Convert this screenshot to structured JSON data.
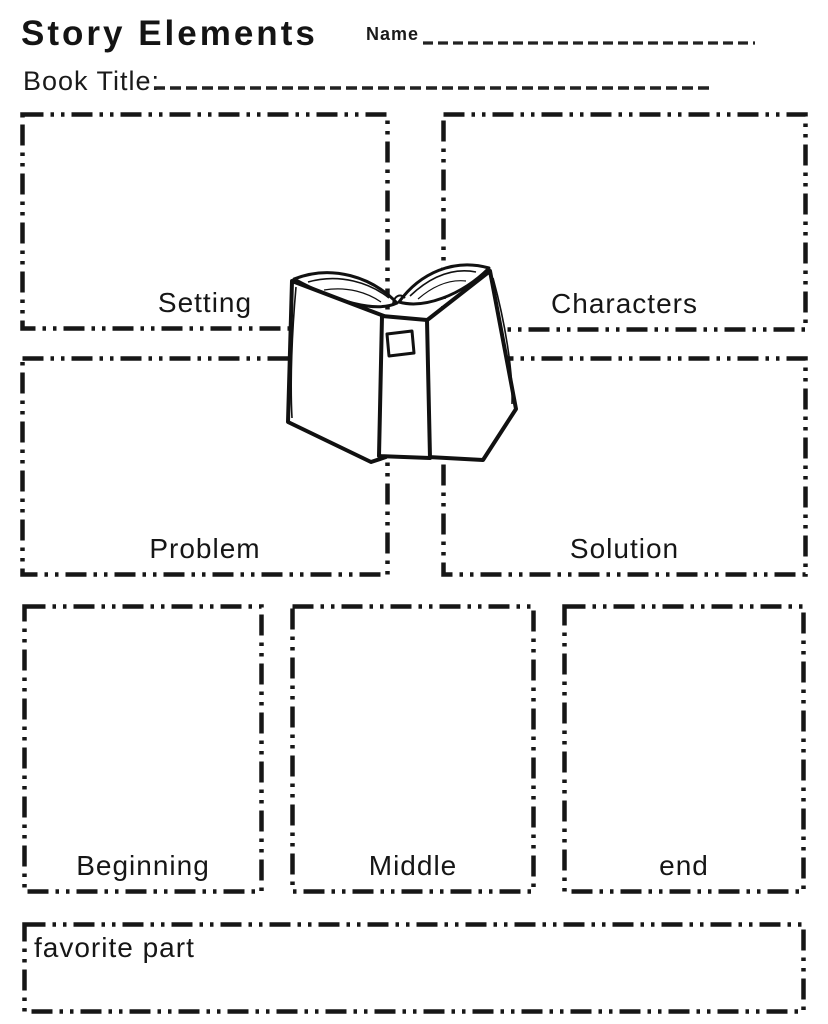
{
  "header": {
    "title": "Story Elements",
    "name_label": "Name",
    "book_title_label": "Book Title:"
  },
  "sections": {
    "setting": {
      "label": "Setting"
    },
    "characters": {
      "label": "Characters"
    },
    "problem": {
      "label": "Problem"
    },
    "solution": {
      "label": "Solution"
    },
    "beginning": {
      "label": "Beginning"
    },
    "middle": {
      "label": "Middle"
    },
    "end": {
      "label": "end"
    },
    "favorite_part": {
      "label": "favorite part"
    }
  },
  "illustration": {
    "book_icon": "open-book"
  },
  "colors": {
    "ink": "#1a1a1a",
    "paper": "#ffffff"
  }
}
